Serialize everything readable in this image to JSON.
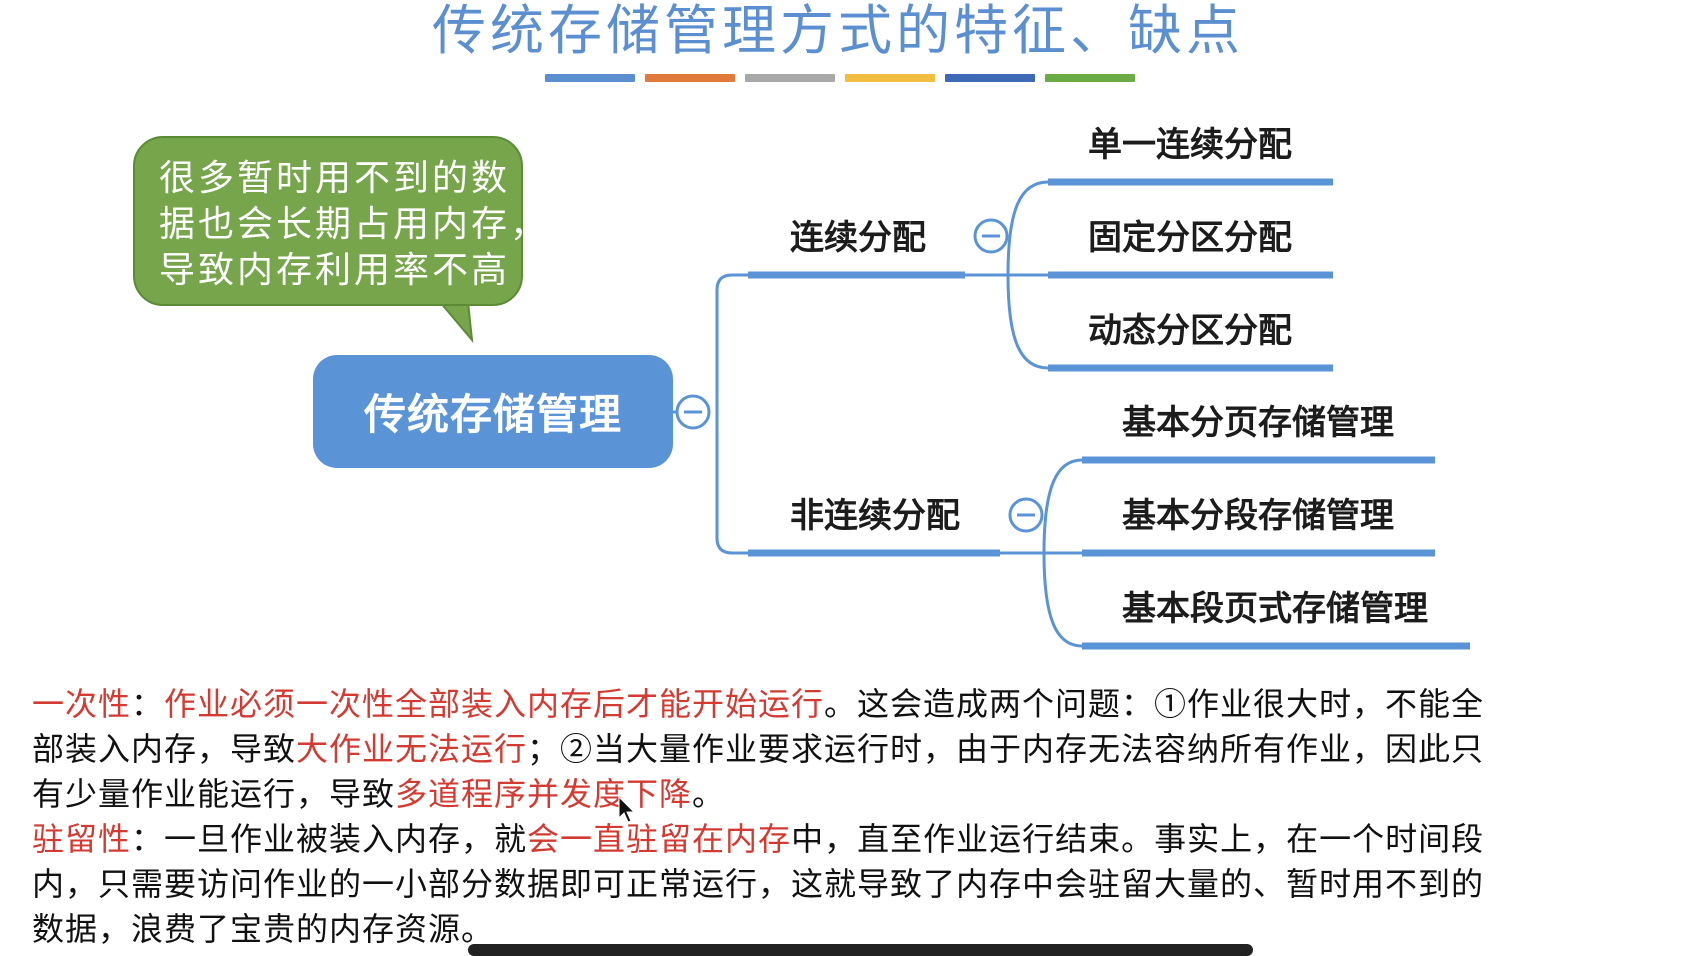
{
  "title": "传统存储管理方式的特征、缺点",
  "title_bar_colors": [
    "#5b8fd0",
    "#e07a3a",
    "#a8a8a8",
    "#f2be41",
    "#3e69b4",
    "#6aab45"
  ],
  "callout": {
    "lines": [
      "很多暂时用不到的数",
      "据也会长期占用内存，",
      "导致内存利用率不高"
    ],
    "color": "#76a54b"
  },
  "mindmap": {
    "root": "传统存储管理",
    "branches": [
      {
        "label": "连续分配",
        "children": [
          "单一连续分配",
          "固定分区分配",
          "动态分区分配"
        ]
      },
      {
        "label": "非连续分配",
        "children": [
          "基本分页存储管理",
          "基本分段存储管理",
          "基本段页式存储管理"
        ]
      }
    ],
    "line_color": "#5b94d6"
  },
  "paragraphs": {
    "line1": {
      "term": "一次性",
      "colon": "：",
      "emph1": "作业必须一次性全部装入内存后才能开始运行",
      "rest": "。这会造成两个问题：①作业很大时，不能全"
    },
    "line2": {
      "pre": "部装入内存，导致",
      "emph": "大作业无法运行",
      "rest": "；②当大量作业要求运行时，由于内存无法容纳所有作业，因此只"
    },
    "line3": {
      "pre": "有少量作业能运行，导致",
      "emph": "多道程序并发度下降",
      "rest": "。"
    },
    "line4": {
      "term": "驻留性",
      "colon": "：",
      "pre": "一旦作业被装入内存，就",
      "emph": "会一直驻留在内存",
      "rest": "中，直至作业运行结束。事实上，在一个时间段"
    },
    "line5": "内，只需要访问作业的一小部分数据即可正常运行，这就导致了内存中会驻留大量的、暂时用不到的",
    "line6": "数据，浪费了宝贵的内存资源。"
  }
}
